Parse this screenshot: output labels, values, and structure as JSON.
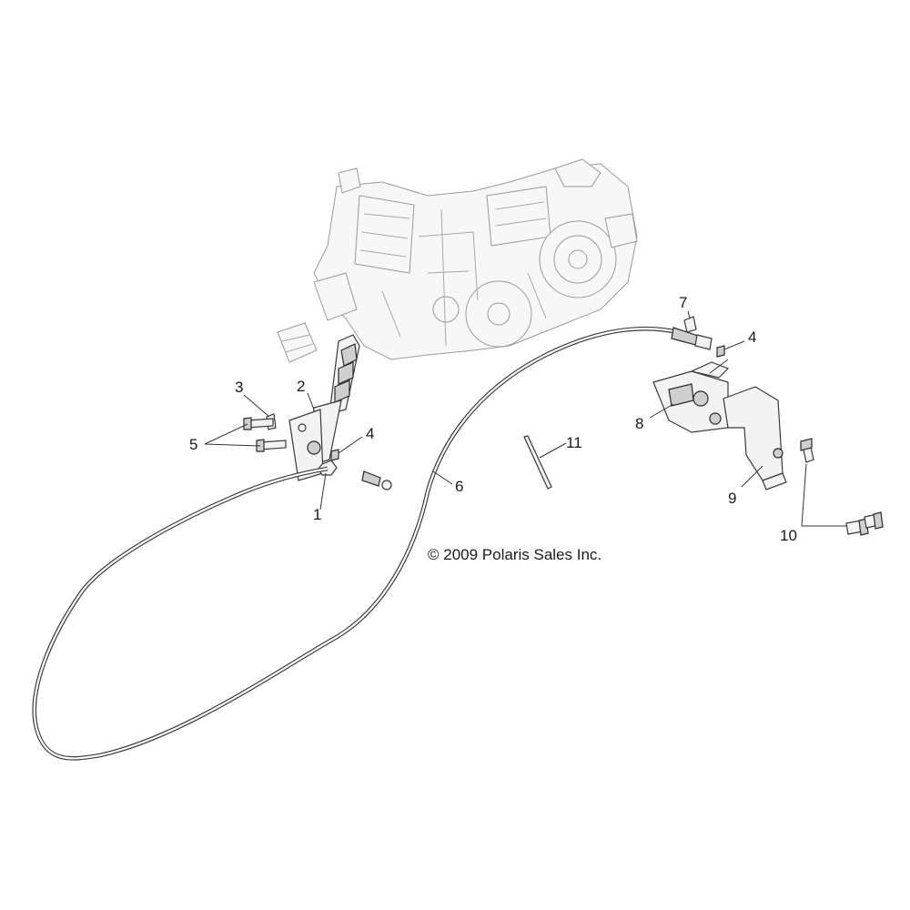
{
  "copyright": "© 2009 Polaris Sales Inc.",
  "callouts": [
    {
      "id": "1",
      "text": "1"
    },
    {
      "id": "2",
      "text": "2"
    },
    {
      "id": "3",
      "text": "3"
    },
    {
      "id": "4a",
      "text": "4"
    },
    {
      "id": "4b",
      "text": "4"
    },
    {
      "id": "5",
      "text": "5"
    },
    {
      "id": "6",
      "text": "6"
    },
    {
      "id": "7",
      "text": "7"
    },
    {
      "id": "8",
      "text": "8"
    },
    {
      "id": "9",
      "text": "9"
    },
    {
      "id": "10",
      "text": "10"
    },
    {
      "id": "11",
      "text": "11"
    }
  ]
}
